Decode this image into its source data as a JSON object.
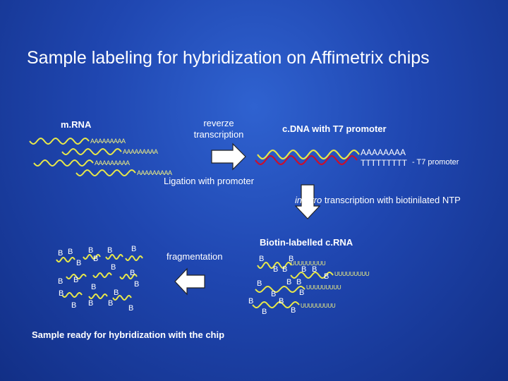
{
  "slide": {
    "title": "Sample labeling for hybridization on Affimetrix chips"
  },
  "labels": {
    "mrna": "m.RNA",
    "reverse_transcription": "reverze transcription",
    "cdna": "c.DNA with T7 promoter",
    "poly_a": "AAAAAAAA",
    "poly_t": "TTTTTTTTT",
    "t7_promoter": "- T7 promoter",
    "ligation": "Ligation with promoter",
    "in_vitro_italic": "in vitro",
    "in_vitro_rest": " transcription with biotinilated NTP",
    "biotin_crna": "Biotin-labelled c.RNA",
    "fragmentation": "fragmentation",
    "sample_ready": "Sample ready for hybridization with the chip",
    "mrna_tail": "AAAAAAAAA",
    "crna_tail": "UUUUUUUUU",
    "biotin": "B"
  },
  "colors": {
    "background": "#1f46b0",
    "text": "#ffffff",
    "strand_yellow": "#e8e84a",
    "strand_red": "#c8102e",
    "tail_yellow": "#f0f080",
    "arrow_fill": "#ffffff",
    "arrow_stroke": "#222222"
  }
}
